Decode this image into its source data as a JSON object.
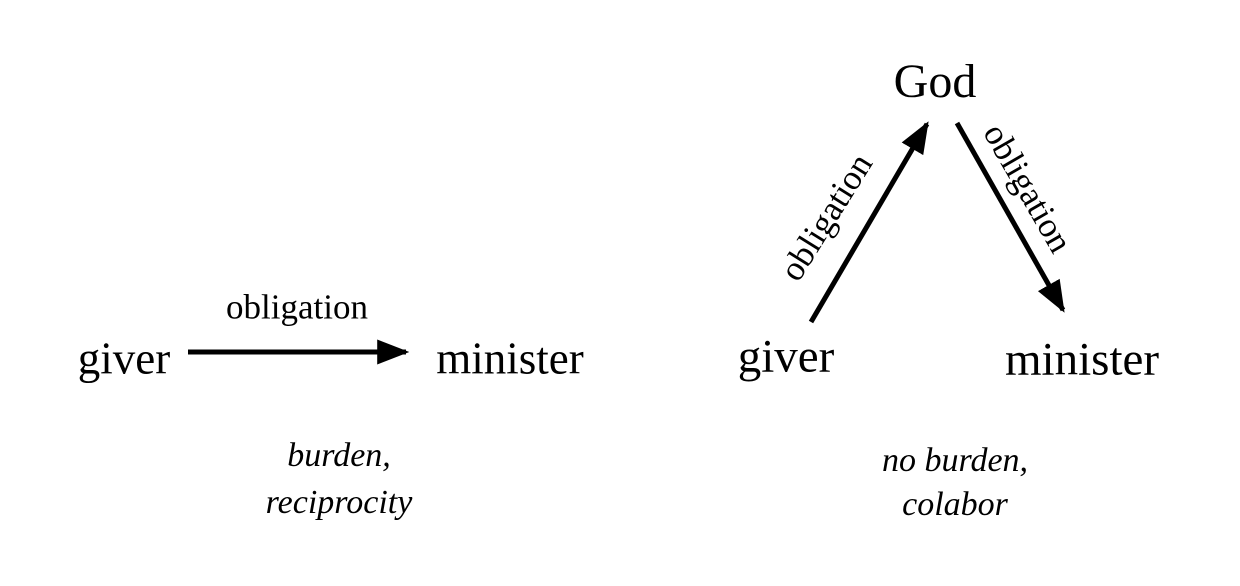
{
  "palette": {
    "background": "#ffffff",
    "ink": "#000000"
  },
  "left_diagram": {
    "source_label": "giver",
    "target_label": "minister",
    "arrow_label": "obligation",
    "caption_line1": "burden,",
    "caption_line2": "reciprocity"
  },
  "right_diagram": {
    "top_label": "God",
    "source_label": "giver",
    "target_label": "minister",
    "arrow_to_god_label": "obligation",
    "arrow_from_god_label": "obligation",
    "caption_line1": "no burden,",
    "caption_line2": "colabor"
  }
}
